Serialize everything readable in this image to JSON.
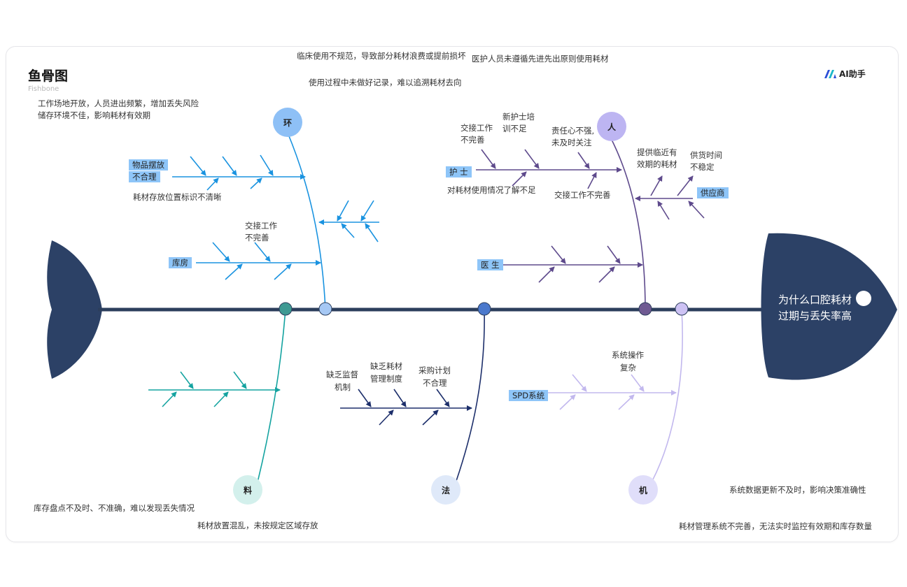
{
  "header": {
    "title": "鱼骨图",
    "subtitle": "Fishbone",
    "brand": "AI助手"
  },
  "problem": {
    "line1": "为什么口腔耗材",
    "line2": "过期与丢失率高"
  },
  "colors": {
    "spine": "#2c3e5c",
    "head": "#2c4166",
    "env": "#1a93e0",
    "material": "#14a3a0",
    "method": "#1d2f6b",
    "people": "#5e4a8c",
    "machine": "#c2b8ee"
  },
  "categories": {
    "env": "环",
    "people": "人",
    "material": "料",
    "method": "法",
    "machine": "机"
  },
  "labels": {
    "wupin_1": "物品摆放",
    "wupin_2": "不合理",
    "kufang": "库房",
    "hushi": "护 士",
    "yisheng": "医 生",
    "gongying": "供应商",
    "spd": "SPD系统"
  },
  "texts": {
    "top1": "临床使用不规范，导致部分耗材浪费或提前损坏",
    "top2": "医护人员未遵循先进先出原则使用耗材",
    "top3": "使用过程中未做好记录，难以追溯耗材去向",
    "env1": "工作场地开放，人员进出频繁，增加丢失风险",
    "env2": "储存环境不佳，影响耗材有效期",
    "env_sub1": "耗材存放位置标识不清晰",
    "env_sub2a": "交接工作",
    "env_sub2b": "不完善",
    "p_a1": "交接工作",
    "p_a2": "不完善",
    "p_b1": "新护士培",
    "p_b2": "训不足",
    "p_c1": "责任心不强,",
    "p_c2": "未及时关注",
    "p_d1": "提供临近有",
    "p_d2": "效期的耗材",
    "p_e1": "供货时间",
    "p_e2": "不稳定",
    "p_f": "对耗材使用情况了解不足",
    "p_g": "交接工作不完善",
    "m_a1": "缺乏监督",
    "m_a2": "机制",
    "m_b1": "缺乏耗材",
    "m_b2": "管理制度",
    "m_c1": "采购计划",
    "m_c2": "不合理",
    "mc_a1": "系统操作",
    "mc_a2": "复杂",
    "bl1": "库存盘点不及时、不准确，难以发现丢失情况",
    "bl2": "耗材放置混乱，未按规定区域存放",
    "br1": "系统数据更新不及时，影响决策准确性",
    "br2": "耗材管理系统不完善，无法实时监控有效期和库存数量"
  }
}
